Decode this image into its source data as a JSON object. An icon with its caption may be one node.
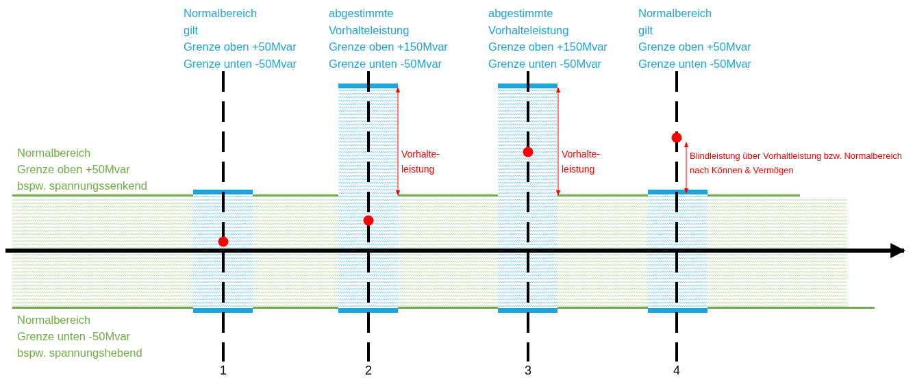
{
  "diagram": {
    "labels": [
      "Normalbereich",
      "gilt",
      "Grenze oben +50Mvar",
      "Grenze unten -50Mvar",
      "abgestimmte",
      "Vorhalteleistung",
      "Grenze oben +150Mvar",
      "Grenze unten -50Mvar",
      "abgestimmte",
      "Vorhalteleistung",
      "Grenze oben +150Mvar",
      "Grenze unten -50Mvar",
      "Normalbereich",
      "gilt",
      "Grenze oben +50Mvar",
      "Grenze unten -50Mvar",
      "Vorhalte- leistung",
      "Vorhalte- leistung",
      "Blindleistung über Vorhaltleistung bzw. Normalbereich nach Können & Vermögen",
      "Normalbereich",
      "Grenze oben +50Mvar",
      "bspw. spannungssenkend",
      "Normalbereich",
      "Grenze unten -50Mvar",
      "bspw. spannungshebend",
      "1",
      "2",
      "3",
      "4"
    ]
  }
}
